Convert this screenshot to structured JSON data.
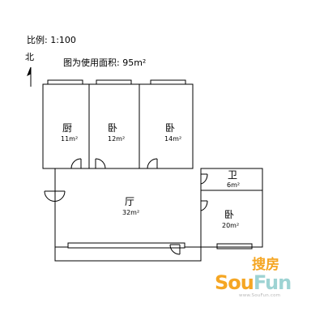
{
  "header": {
    "scale": "比例: 1:100",
    "north": "北",
    "area_label": "图为使用面积: 95m²"
  },
  "rooms": [
    {
      "name": "厨",
      "area": "11m²"
    },
    {
      "name": "卧",
      "area": "12m²"
    },
    {
      "name": "卧",
      "area": "14m²"
    },
    {
      "name": "卫",
      "area": "6m²"
    },
    {
      "name": "厅",
      "area": "32m²"
    },
    {
      "name": "卧",
      "area": "20m²"
    }
  ],
  "watermark": {
    "cn": "搜房",
    "brand_a": "Sou",
    "brand_b": "Fun",
    "url": "www.SouFun.com"
  },
  "colors": {
    "line": "#000000",
    "watermark_orange": "#f5a623",
    "watermark_teal": "#9ed3d3",
    "watermark_url": "#b8b8b8"
  }
}
